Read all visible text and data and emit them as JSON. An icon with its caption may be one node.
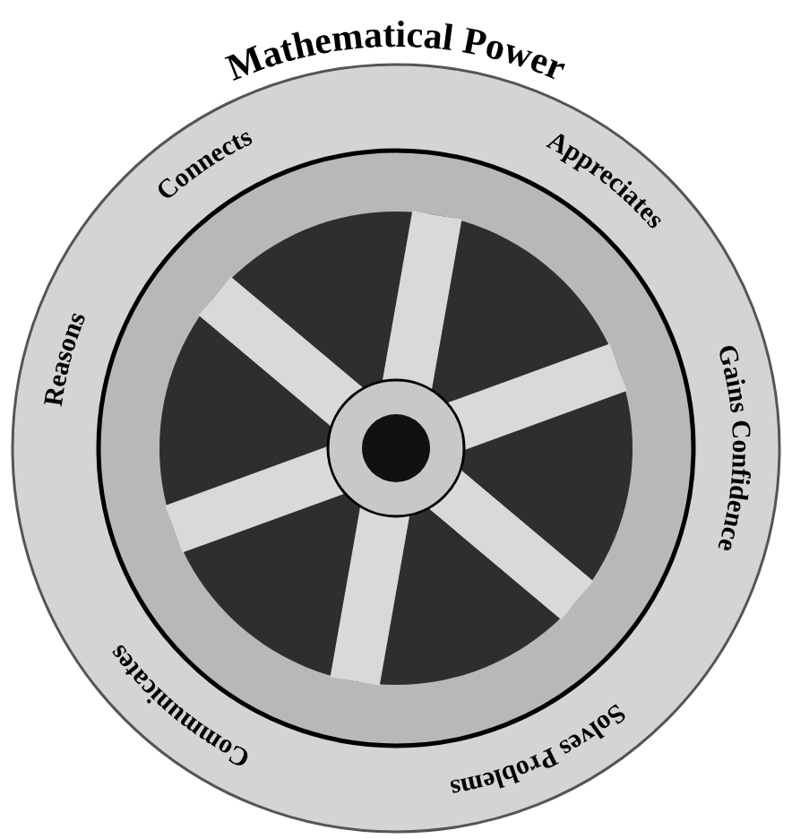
{
  "diagram": {
    "title": "Mathematical Power",
    "labels": [
      "Connects",
      "Appreciates",
      "Gains Confidence",
      "Solves Problems",
      "Communicates",
      "Reasons"
    ]
  }
}
